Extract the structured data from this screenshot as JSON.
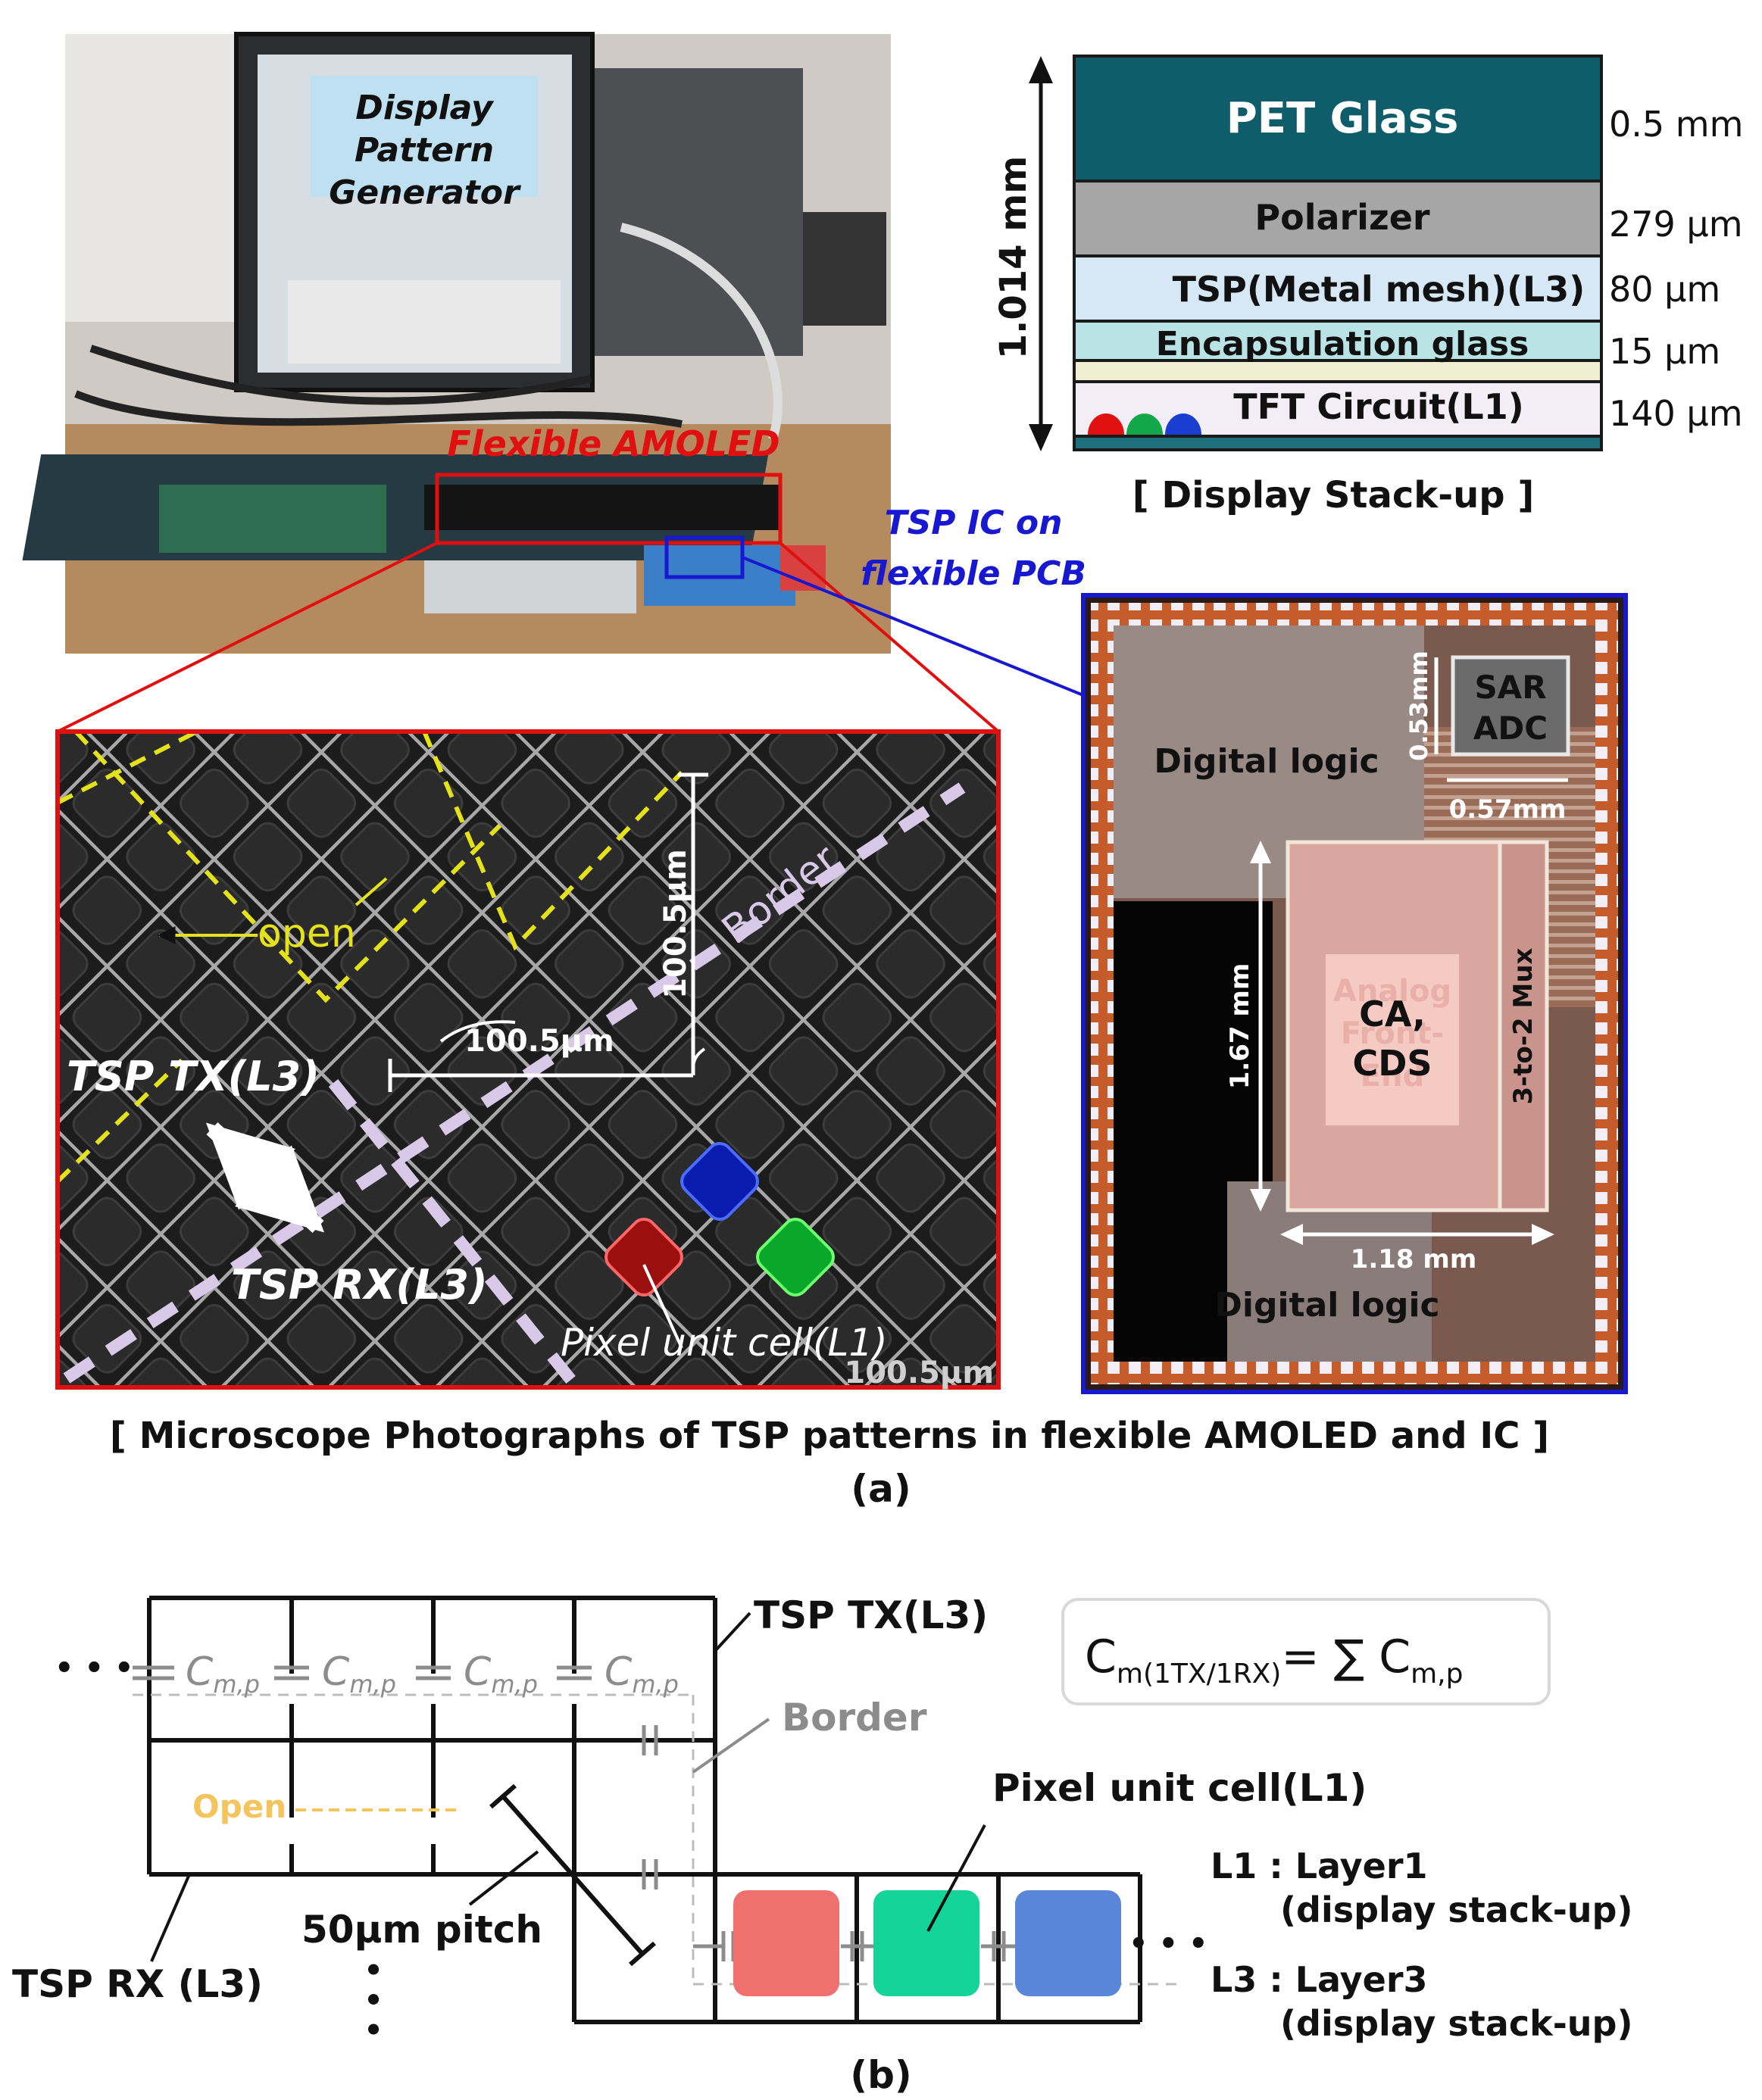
{
  "photo": {
    "display_pattern_generator": [
      "Display",
      "Pattern",
      "Generator"
    ],
    "flexible_amoled_label": "Flexible AMOLED",
    "tsp_ic_label": [
      "TSP IC on",
      "flexible PCB"
    ]
  },
  "stackup": {
    "total_thickness": "1.014 mm",
    "layers": [
      {
        "label": "PET Glass",
        "thickness": "0.5 mm",
        "color": "#0f5d6b"
      },
      {
        "label": "Polarizer",
        "thickness": "279 μm",
        "color": "#a6a6a6"
      },
      {
        "label": "TSP(Metal mesh)(L3)",
        "thickness": "80 μm",
        "color": "#d6e8f5"
      },
      {
        "label": "Encapsulation glass",
        "thickness": "15 μm",
        "color": "#b9e3e5"
      },
      {
        "label": "TFT Circuit(L1)",
        "thickness": "140 μm",
        "color": "#f3eef5"
      }
    ],
    "caption": "[ Display Stack-up ]"
  },
  "microscope": {
    "open_label": "open",
    "pitch_vertical": "100.5μm",
    "pitch_horizontal": "100.5μm",
    "border_label": "Border",
    "tx_label": "TSP TX(L3)",
    "rx_label": "TSP RX(L3)",
    "pixel_label": "Pixel unit cell(L1)",
    "scale_label": "100.5μm"
  },
  "die": {
    "sar_adc": [
      "SAR",
      "ADC"
    ],
    "digital_logic_top": "Digital logic",
    "dim_053": "0.53mm",
    "dim_057": "0.57mm",
    "dim_167": "1.67 mm",
    "afe_faded": [
      "Analog",
      "Front-",
      "End"
    ],
    "ca_cds": [
      "CA,",
      "CDS"
    ],
    "mux": "3-to-2 Mux",
    "dim_118": "1.18 mm",
    "digital_logic_bottom": "Digital logic"
  },
  "caption_a": "[ Microscope Photographs of TSP patterns in flexible AMOLED and IC ]",
  "label_a": "(a)",
  "schematic": {
    "cap_label": "C",
    "cap_sub": "m,p",
    "tx_label": "TSP TX(L3)",
    "border_label": "Border",
    "open_label": "Open",
    "pixel_label": "Pixel unit cell(L1)",
    "pitch_label": "50μm pitch",
    "rx_label": "TSP RX (L3)",
    "l1_line1": "L1 : Layer1",
    "l1_line2": "(display stack-up)",
    "l3_line1": "L3 : Layer3",
    "l3_line2": "(display stack-up)",
    "formula_lhs": "C",
    "formula_lhs_sub": "m(1TX/1RX)",
    "formula_rhs": "= ∑ C",
    "formula_rhs_sub": "m,p",
    "ellipsis": "• • •",
    "pixel_colors": [
      "#f07070",
      "#14d49a",
      "#5a86d9"
    ]
  },
  "label_b": "(b)"
}
